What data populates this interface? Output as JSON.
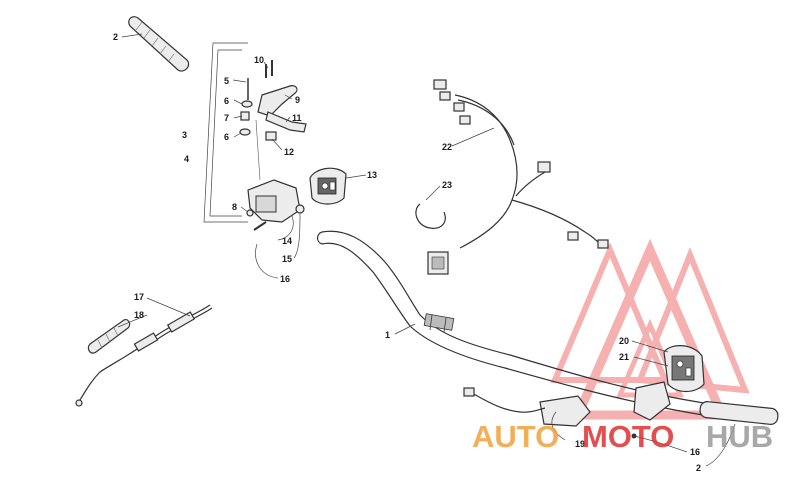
{
  "callouts": {
    "c1": "1",
    "c2a": "2",
    "c2b": "2",
    "c3": "3",
    "c4": "4",
    "c5": "5",
    "c6a": "6",
    "c6b": "6",
    "c7": "7",
    "c8": "8",
    "c9": "9",
    "c10": "10",
    "c11": "11",
    "c12": "12",
    "c13": "13",
    "c14": "14",
    "c15": "15",
    "c16a": "16",
    "c16b": "16",
    "c17": "17",
    "c18": "18",
    "c19": "19",
    "c20": "20",
    "c21": "21",
    "c22": "22",
    "c23": "23"
  },
  "watermark": {
    "part1": "AUTO",
    "part2": "MOTO",
    "part3": "HUB",
    "color_orange": "#f2a23a",
    "color_red": "#e03030",
    "color_gray": "#9a9a9a"
  }
}
